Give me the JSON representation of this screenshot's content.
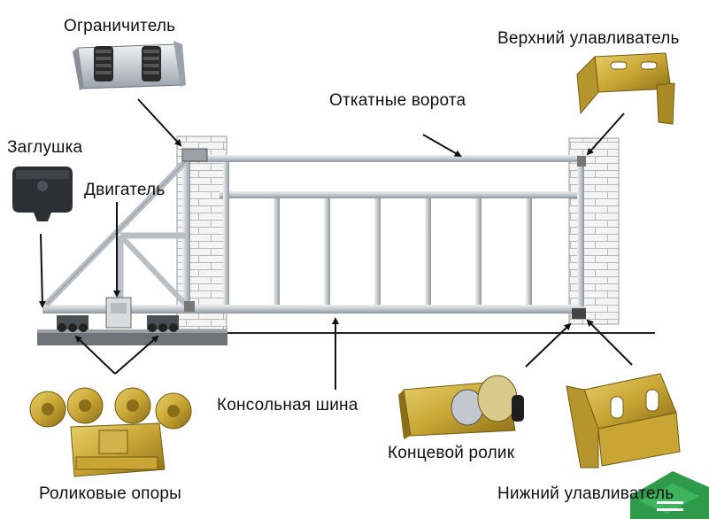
{
  "labels": {
    "limiter": "Ограничитель",
    "upper_catcher": "Верхний улавливатель",
    "sliding_gate": "Откатные ворота",
    "plug": "Заглушка",
    "motor": "Двигатель",
    "cantilever_rail": "Консольная шина",
    "end_roller": "Концевой ролик",
    "roller_supports": "Роликовые опоры",
    "lower_catcher": "Нижний улавливатель"
  },
  "colors": {
    "text": "#111111",
    "steel": "#c9ced3",
    "steel_dark": "#7f868d",
    "brick": "#f4f4f4",
    "brick_line": "#b8b8b8",
    "brass": "#c9a634",
    "brass_dark": "#8a6e18",
    "logo_green": "#2e9a4a"
  },
  "icons": [
    "limiter-part-icon",
    "upper-catcher-part-icon",
    "plug-part-icon",
    "end-roller-part-icon",
    "roller-carriage-part-icon",
    "lower-catcher-part-icon",
    "brand-logo-icon"
  ]
}
